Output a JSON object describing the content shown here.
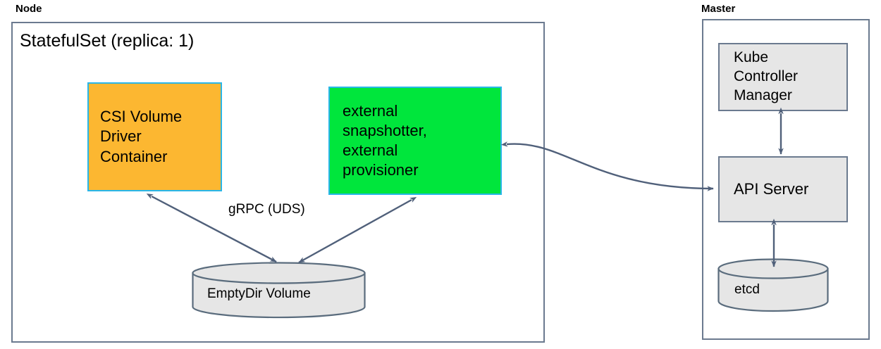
{
  "diagram": {
    "title_node": "Node",
    "title_master": "Master",
    "statefulset_label": "StatefulSet (replica: 1)",
    "grpc_label": "gRPC (UDS)",
    "colors": {
      "orange_fill": "#FCB731",
      "green_fill": "#00E63C",
      "cyan_border": "#29B6E8",
      "gray_fill": "#E6E6E6",
      "gray_border": "#6B7A8F",
      "arrow_stroke": "#50607A",
      "background": "#FFFFFF"
    },
    "node_zone": {
      "label": "Node",
      "boxes": [
        {
          "id": "csi-volume-driver-container",
          "label": "CSI Volume\nDriver\nContainer",
          "fill": "#FCB731",
          "border": "#29B6E8"
        },
        {
          "id": "external-snapshotter-provisioner",
          "label": "external\nsnapshotter,\nexternal\nprovisioner",
          "fill": "#00E63C",
          "border": "#29B6E8"
        }
      ],
      "cylinders": [
        {
          "id": "emptydir-volume",
          "label": "EmptyDir Volume",
          "fill": "#E6E6E6",
          "border": "#6B7A8F"
        }
      ],
      "edge_labels": [
        "gRPC (UDS)"
      ]
    },
    "master_zone": {
      "label": "Master",
      "boxes": [
        {
          "id": "kube-controller-manager",
          "label": "Kube\nController\nManager",
          "fill": "#E6E6E6",
          "border": "#6B7A8F"
        },
        {
          "id": "api-server",
          "label": "API Server",
          "fill": "#E6E6E6",
          "border": "#6B7A8F"
        }
      ],
      "cylinders": [
        {
          "id": "etcd",
          "label": "etcd",
          "fill": "#E6E6E6",
          "border": "#6B7A8F"
        }
      ]
    },
    "connections": [
      {
        "from": "csi-volume-driver-container",
        "to": "emptydir-volume",
        "style": "double-arrow",
        "label": "gRPC (UDS)"
      },
      {
        "from": "external-snapshotter-provisioner",
        "to": "emptydir-volume",
        "style": "double-arrow",
        "label": "gRPC (UDS)"
      },
      {
        "from": "external-snapshotter-provisioner",
        "to": "api-server",
        "style": "double-arrow-curved",
        "label": ""
      },
      {
        "from": "kube-controller-manager",
        "to": "api-server",
        "style": "double-arrow",
        "label": ""
      },
      {
        "from": "api-server",
        "to": "etcd",
        "style": "double-arrow",
        "label": ""
      }
    ]
  }
}
